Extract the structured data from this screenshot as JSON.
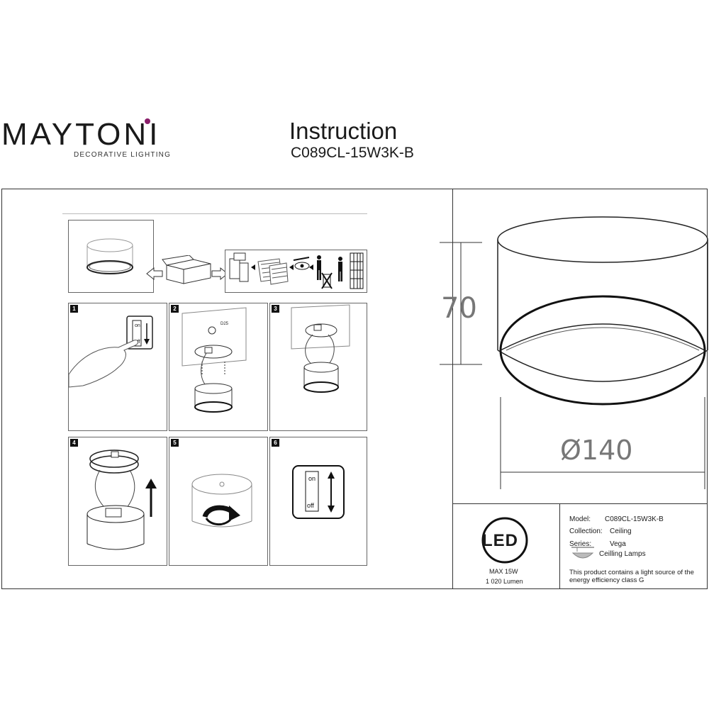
{
  "header": {
    "brand": "MAYTONI",
    "brand_tagline": "DECORATIVE LIGHTING",
    "title": "Instruction",
    "model_code": "C089CL-15W3K-B"
  },
  "steps": [
    {
      "number": "1",
      "switch_on": "on",
      "switch_off": "off"
    },
    {
      "number": "2",
      "hole_label": "D25"
    },
    {
      "number": "3"
    },
    {
      "number": "4"
    },
    {
      "number": "5"
    },
    {
      "number": "6",
      "switch_on": "on",
      "switch_off": "off"
    }
  ],
  "dimensions": {
    "height": "70",
    "diameter": "Ø140"
  },
  "product_info": {
    "led_badge": "LED",
    "max_power": "MAX 15W",
    "lumen": "1 020 Lumen",
    "model_label": "Model:",
    "model_value": "C089CL-15W3K-B",
    "collection_label": "Collection:",
    "collection_value": "Ceiling",
    "series_label": "Series:",
    "series_value": "Vega",
    "category_value": "Ceilling Lamps",
    "energy_note_line1": "This product contains a light source of the",
    "energy_note_line2": "energy efficiency class G"
  },
  "icons": [
    "cardboard-box-icon",
    "arrow-left-icon",
    "arrow-right-icon",
    "recycle-icon",
    "wall-switch-icon",
    "arrow-up-icon",
    "rotate-arrow-icon",
    "ceiling-lamp-icon"
  ]
}
